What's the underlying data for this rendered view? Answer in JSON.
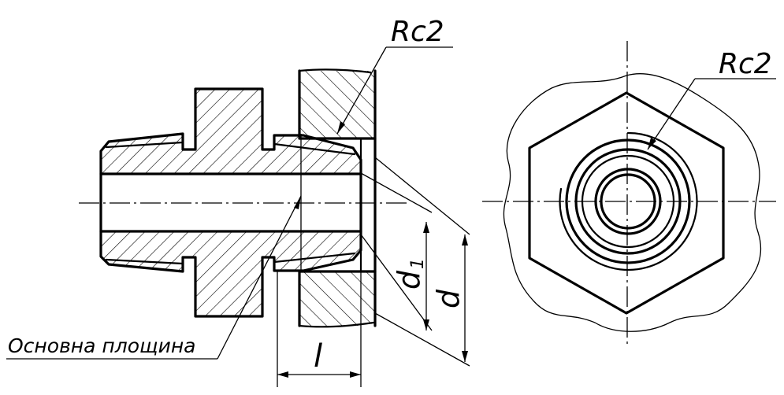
{
  "labels": {
    "roughness_section": "Rc2",
    "roughness_view": "Rc2",
    "base_plane": "Основна площина",
    "dim_d1_letter": "d",
    "dim_d1_sub": "1",
    "dim_d": "d",
    "dim_l": "l"
  }
}
